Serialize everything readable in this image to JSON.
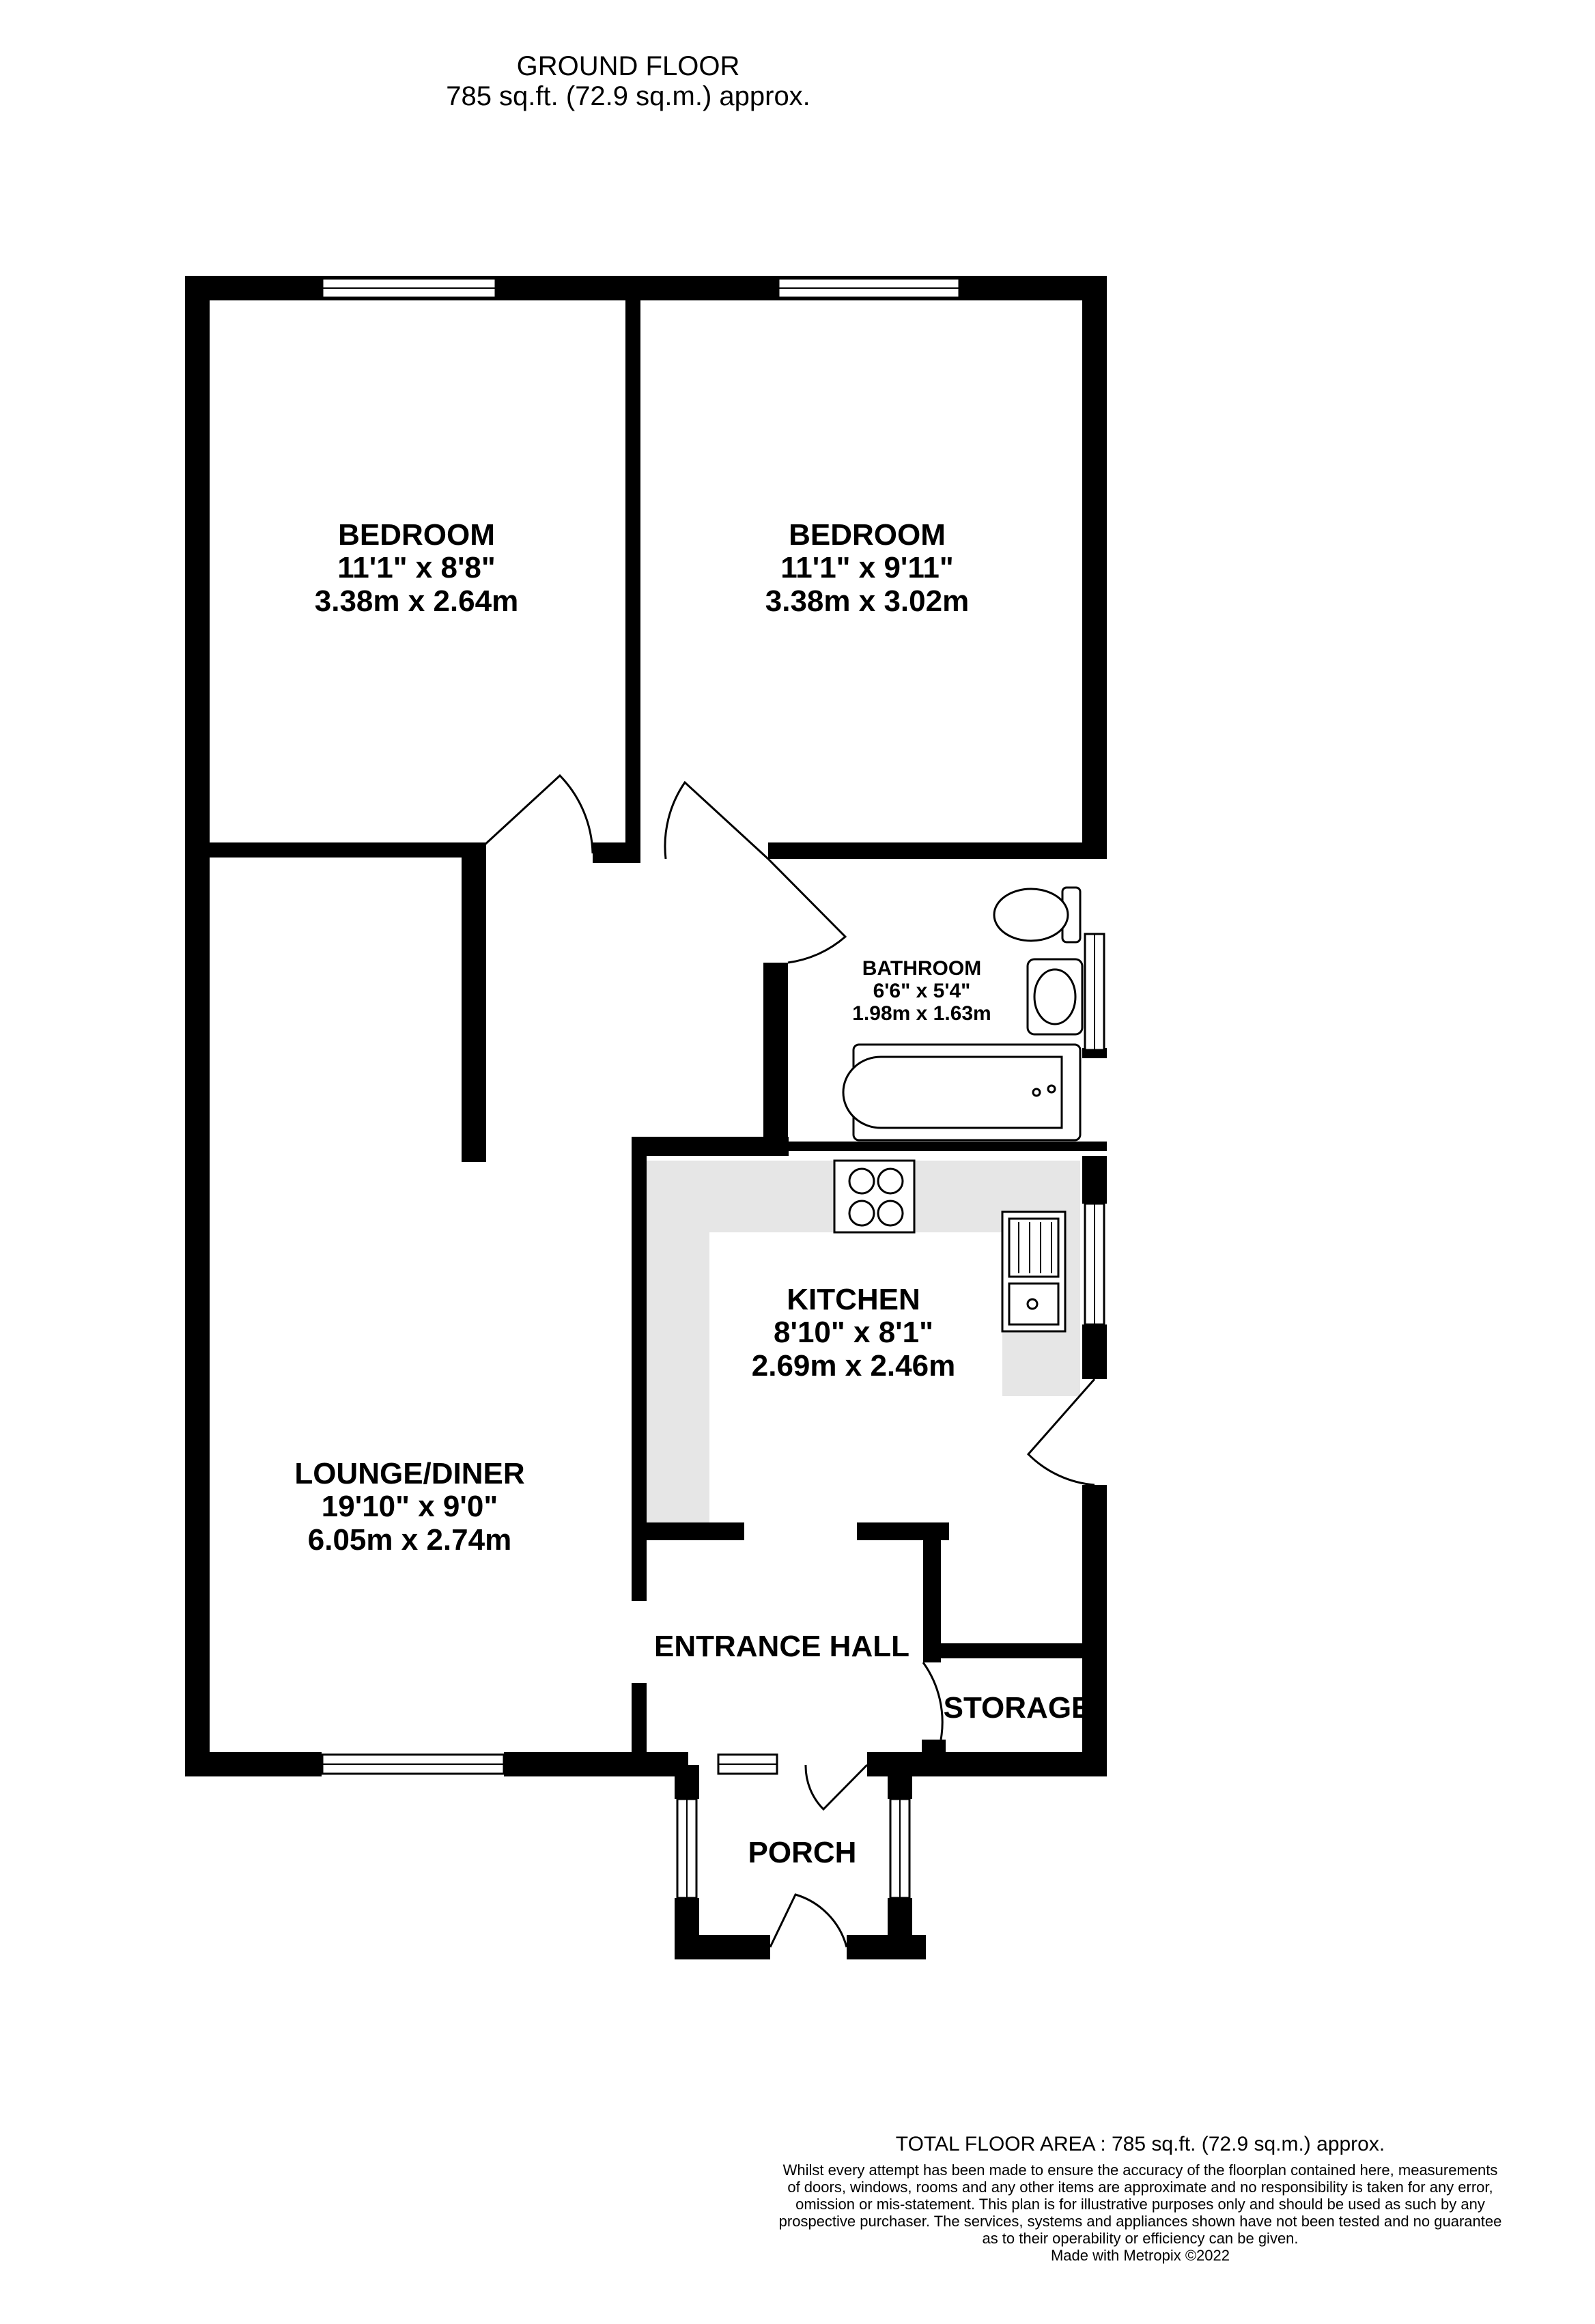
{
  "header": {
    "floor_name": "GROUND FLOOR",
    "floor_area": "785 sq.ft. (72.9 sq.m.) approx."
  },
  "rooms": {
    "bedroom1": {
      "name": "BEDROOM",
      "imperial": "11'1\"  x 8'8\"",
      "metric": "3.38m  x 2.64m"
    },
    "bedroom2": {
      "name": "BEDROOM",
      "imperial": "11'1\"  x 9'11\"",
      "metric": "3.38m  x 3.02m"
    },
    "bathroom": {
      "name": "BATHROOM",
      "imperial": "6'6\"  x 5'4\"",
      "metric": "1.98m  x 1.63m"
    },
    "kitchen": {
      "name": "KITCHEN",
      "imperial": "8'10\"  x 8'1\"",
      "metric": "2.69m  x 2.46m"
    },
    "lounge": {
      "name": "LOUNGE/DINER",
      "imperial": "19'10\"  x 9'0\"",
      "metric": "6.05m  x 2.74m"
    },
    "entrance_hall": {
      "name": "ENTRANCE HALL"
    },
    "storage": {
      "name": "STORAGE"
    },
    "porch": {
      "name": "PORCH"
    }
  },
  "footer": {
    "total_area": "TOTAL FLOOR AREA : 785 sq.ft. (72.9 sq.m.) approx.",
    "disclaimer_lines": [
      "Whilst every attempt has been made to ensure the accuracy of the floorplan contained here, measurements",
      "of doors, windows, rooms and any other items are approximate and no responsibility is taken for any error,",
      "omission or mis-statement. This plan is for illustrative purposes only and should be used as such by any",
      "prospective purchaser. The services, systems and appliances shown have not been tested and no guarantee",
      "as to their operability or efficiency can be given."
    ],
    "made_with": "Made with Metropix ©2022"
  },
  "colors": {
    "wall": "#000000",
    "worktop": "#e6e6e6",
    "window": "#ffffff",
    "fixture_line": "#000000"
  }
}
